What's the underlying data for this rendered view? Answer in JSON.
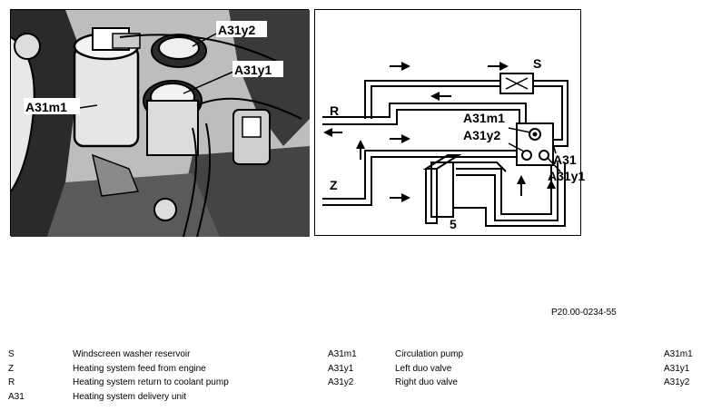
{
  "photo": {
    "labels": {
      "a31m1": "A31m1",
      "a31y1": "A31y1",
      "a31y2": "A31y2"
    }
  },
  "schematic": {
    "labels": {
      "s": "S",
      "r": "R",
      "z": "Z",
      "five": "5",
      "a31m1": "A31m1",
      "a31y2": "A31y2",
      "a31": "A31",
      "a31y1": "A31y1"
    }
  },
  "figure_ref": "P20.00-0234-55",
  "legend": {
    "left": [
      {
        "code": "S",
        "desc": "Windscreen washer reservoir",
        "component": "A31m1"
      },
      {
        "code": "Z",
        "desc": "Heating system feed from engine",
        "component": "A31y1"
      },
      {
        "code": "R",
        "desc": "Heating system return to coolant pump",
        "component": "A31y2"
      },
      {
        "code": "A31",
        "desc": "Heating system delivery unit"
      }
    ],
    "right": [
      {
        "name": "Circulation pump",
        "component": "A31m1"
      },
      {
        "name": "Left duo valve",
        "component": "A31y1"
      },
      {
        "name": "Right duo valve",
        "component": "A31y2"
      }
    ]
  }
}
